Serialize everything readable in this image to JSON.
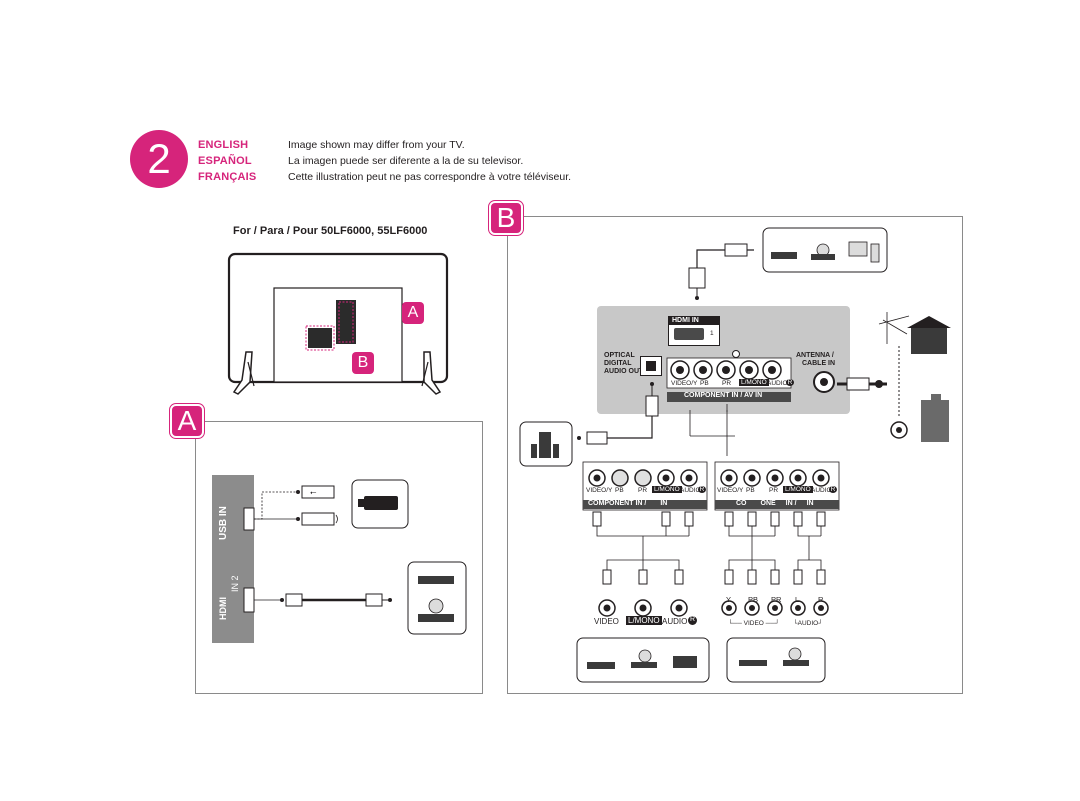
{
  "header": {
    "step_number": "2",
    "languages": [
      {
        "name": "ENGLISH",
        "text": "Image shown may differ from your TV."
      },
      {
        "name": "ESPAÑOL",
        "text": "La imagen puede ser diferente a la de su televisor."
      },
      {
        "name": "FRANÇAIS",
        "text": "Cette illustration peut ne pas correspondre à votre téléviseur."
      }
    ]
  },
  "model_title": "For / Para / Pour 50LF6000, 55LF6000",
  "tv_back": {
    "marker_a": "A",
    "marker_b": "B"
  },
  "panel_a": {
    "badge": "A",
    "usb_label": "USB IN",
    "hdmi_label": "HDMI",
    "hdmi_in_label": "IN 2"
  },
  "panel_b": {
    "badge": "B",
    "hdmi_in": "IN",
    "hdmi_logo": "HDMI",
    "hdmi_port_number": "1",
    "optical_label_1": "OPTICAL",
    "optical_label_2": "DIGITAL",
    "optical_label_3": "AUDIO OUT",
    "antenna_label_1": "ANTENNA /",
    "antenna_label_2": "CABLE IN",
    "jack_labels": [
      "VIDEO/Y",
      "PB",
      "PR",
      "L/MONO",
      "AUDIO",
      "R"
    ],
    "component_bar": "COMPONENT IN / AV IN",
    "component_bar_left": "COMPONENT IN /",
    "component_bar_left_suffix": "IN",
    "component_bar_right_a": "CO",
    "component_bar_right_b": "ONE",
    "component_bar_right_c": "IN /",
    "component_bar_right_d": "IN",
    "bottom_left_labels": [
      "VIDEO",
      "L/MONO",
      "AUDIO",
      "R"
    ],
    "bottom_right_labels": [
      "Y",
      "PB",
      "PR",
      "L",
      "R"
    ],
    "bottom_right_group_video": "VIDEO",
    "bottom_right_group_audio": "AUDIO"
  },
  "colors": {
    "accent": "#d6247b",
    "panel_gray": "#c8c8c8",
    "bar_dark": "#4a4a4a"
  }
}
